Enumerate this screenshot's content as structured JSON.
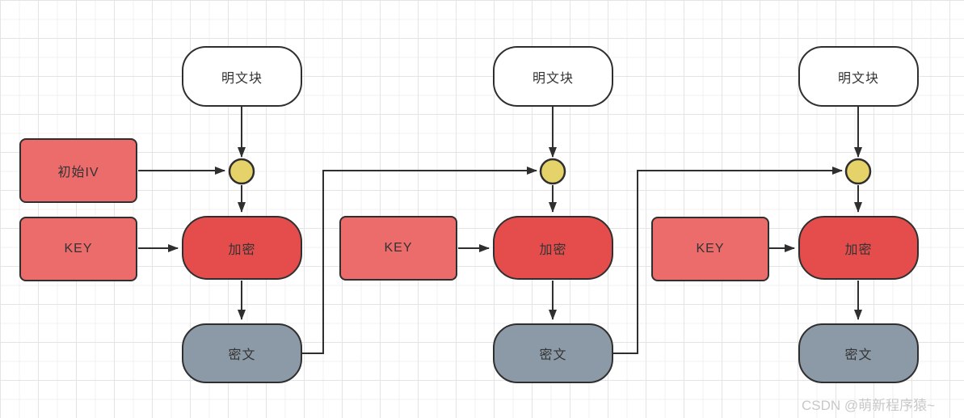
{
  "watermark": "CSDN @萌新程序猿~",
  "iv": {
    "label": "初始IV"
  },
  "columns": [
    {
      "plaintext": "明文块",
      "key": "KEY",
      "encrypt": "加密",
      "cipher": "密文"
    },
    {
      "plaintext": "明文块",
      "key": "KEY",
      "encrypt": "加密",
      "cipher": "密文"
    },
    {
      "plaintext": "明文块",
      "key": "KEY",
      "encrypt": "加密",
      "cipher": "密文"
    }
  ],
  "colors": {
    "stroke": "#2f2f2f",
    "plaintext_fill": "#ffffff",
    "iv_key_fill": "#ec6b6b",
    "encrypt_fill": "#e54d4d",
    "cipher_fill": "#8c99a6",
    "xor_fill": "#e5d36a",
    "watermark_text": "#c8c8c8"
  }
}
